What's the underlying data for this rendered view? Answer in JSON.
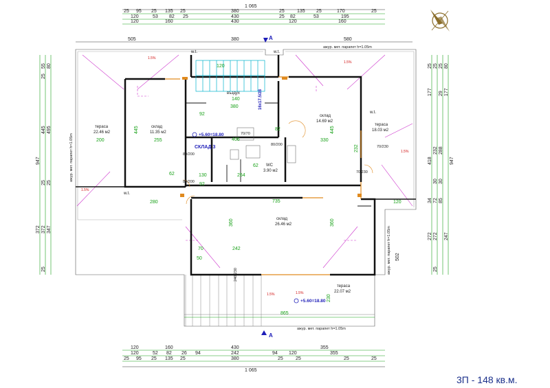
{
  "footer_title": "3П - 148 кв.м.",
  "section_mark": "A",
  "top_dims": {
    "total": "1 065",
    "row1": [
      "25",
      "95",
      "25",
      "135",
      "25",
      "380",
      "25",
      "135",
      "25",
      "170",
      "25"
    ],
    "row2": [
      "120",
      "53",
      "82",
      "25",
      "430",
      "25",
      "82",
      "53",
      "195"
    ],
    "row3": [
      "120",
      "160",
      "430",
      "120",
      "160"
    ],
    "row4": [
      "505",
      "380",
      "580"
    ]
  },
  "bottom_dims": {
    "total": "1 065",
    "row1": [
      "120",
      "160",
      "430",
      "355"
    ],
    "row2": [
      "120",
      "52",
      "82",
      "26",
      "94",
      "242",
      "94",
      "120",
      "355"
    ],
    "row3": [
      "25",
      "95",
      "25",
      "135",
      "25",
      "380",
      "25",
      "25",
      "25",
      "25"
    ],
    "row4": [
      "865"
    ]
  },
  "left_dims": {
    "outer": [
      "947",
      "372"
    ],
    "mid": [
      "495",
      "445",
      "25",
      "372"
    ],
    "inner": [
      "80",
      "55",
      "25",
      "25",
      "347",
      "25"
    ]
  },
  "right_dims": {
    "outer": [
      "947",
      "502"
    ],
    "mid1": [
      "177",
      "177",
      "418",
      "247"
    ],
    "mid2": [
      "25",
      "25",
      "25",
      "29",
      "80",
      "288",
      "232",
      "30",
      "30",
      "25"
    ],
    "mid3": [
      "272",
      "272",
      "34",
      "72",
      "85"
    ]
  },
  "rooms": [
    {
      "name": "тераса",
      "area": "22.46 м2"
    },
    {
      "name": "склад",
      "area": "11.35 м2"
    },
    {
      "name": "склад",
      "area": "14.69 м2"
    },
    {
      "name": "тераса",
      "area": "18.03 м2"
    },
    {
      "name": "WC",
      "area": "3.90 м2"
    },
    {
      "name": "склад",
      "area": "26.46 м2"
    },
    {
      "name": "тераса",
      "area": "22.07 м2"
    }
  ],
  "labels": {
    "vazduh": "въздух",
    "sklad3": "СКЛАД 3",
    "level1": "+5.60=18.80",
    "level2": "+5.60=18.80",
    "stairs": "16x17.5/28",
    "wt": "w.t.",
    "parapet_top": "ажур. мет. парапет h=1.05m",
    "parapet_bottom": "ажур. мет. парапет h=1.05m",
    "parapet_left": "ажур. мет. парапет h=1.05m",
    "parapet_right": "ажур. мет. парапет h=1.05m",
    "slope": "1.5%"
  },
  "green_dims": [
    "120",
    "140",
    "380",
    "200",
    "255",
    "406",
    "330",
    "264",
    "735",
    "360",
    "360",
    "242",
    "70",
    "50",
    "130",
    "82",
    "62",
    "62",
    "92",
    "92",
    "1.5%",
    "280",
    "120",
    "865",
    "230",
    "232",
    "445",
    "445"
  ],
  "openings": [
    "80/200",
    "80/200",
    "70/70",
    "70/230",
    "70/230",
    "80/200",
    "240/230"
  ],
  "colors": {
    "wall": "#111111",
    "green": "#16a016",
    "magenta": "#cc33cc",
    "orange": "#e08a1e",
    "blue": "#1d1db8",
    "red": "#d01010",
    "stairs": "#00b3cc"
  }
}
